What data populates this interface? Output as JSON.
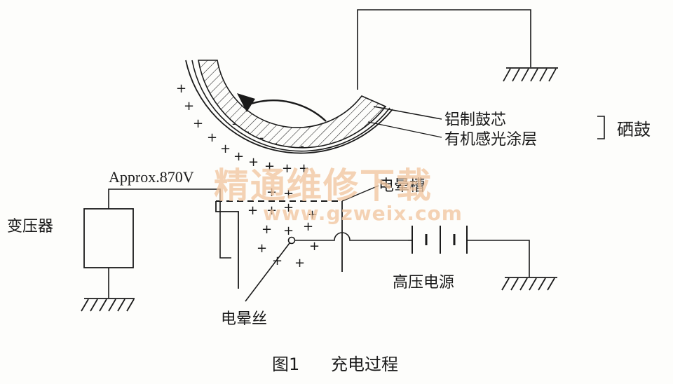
{
  "labels": {
    "voltage": "Approx.870V",
    "transformer": "变压器",
    "drum_core": "铝制鼓芯",
    "opc_layer": "有机感光涂层",
    "drum": "硒鼓",
    "corona_slot": "电晕槽",
    "hv_supply": "高压电源",
    "corona_wire": "电晕丝",
    "caption_num": "图1",
    "caption_title": "充电过程"
  },
  "watermark": {
    "title": "精通维修下载",
    "url": "www.gzweix.com"
  },
  "symbols": {
    "plus": "+",
    "minus": "-"
  },
  "colors": {
    "ink": "#1a1a1a",
    "watermark": "#f2c7a1",
    "background": "#fdfdfb"
  }
}
